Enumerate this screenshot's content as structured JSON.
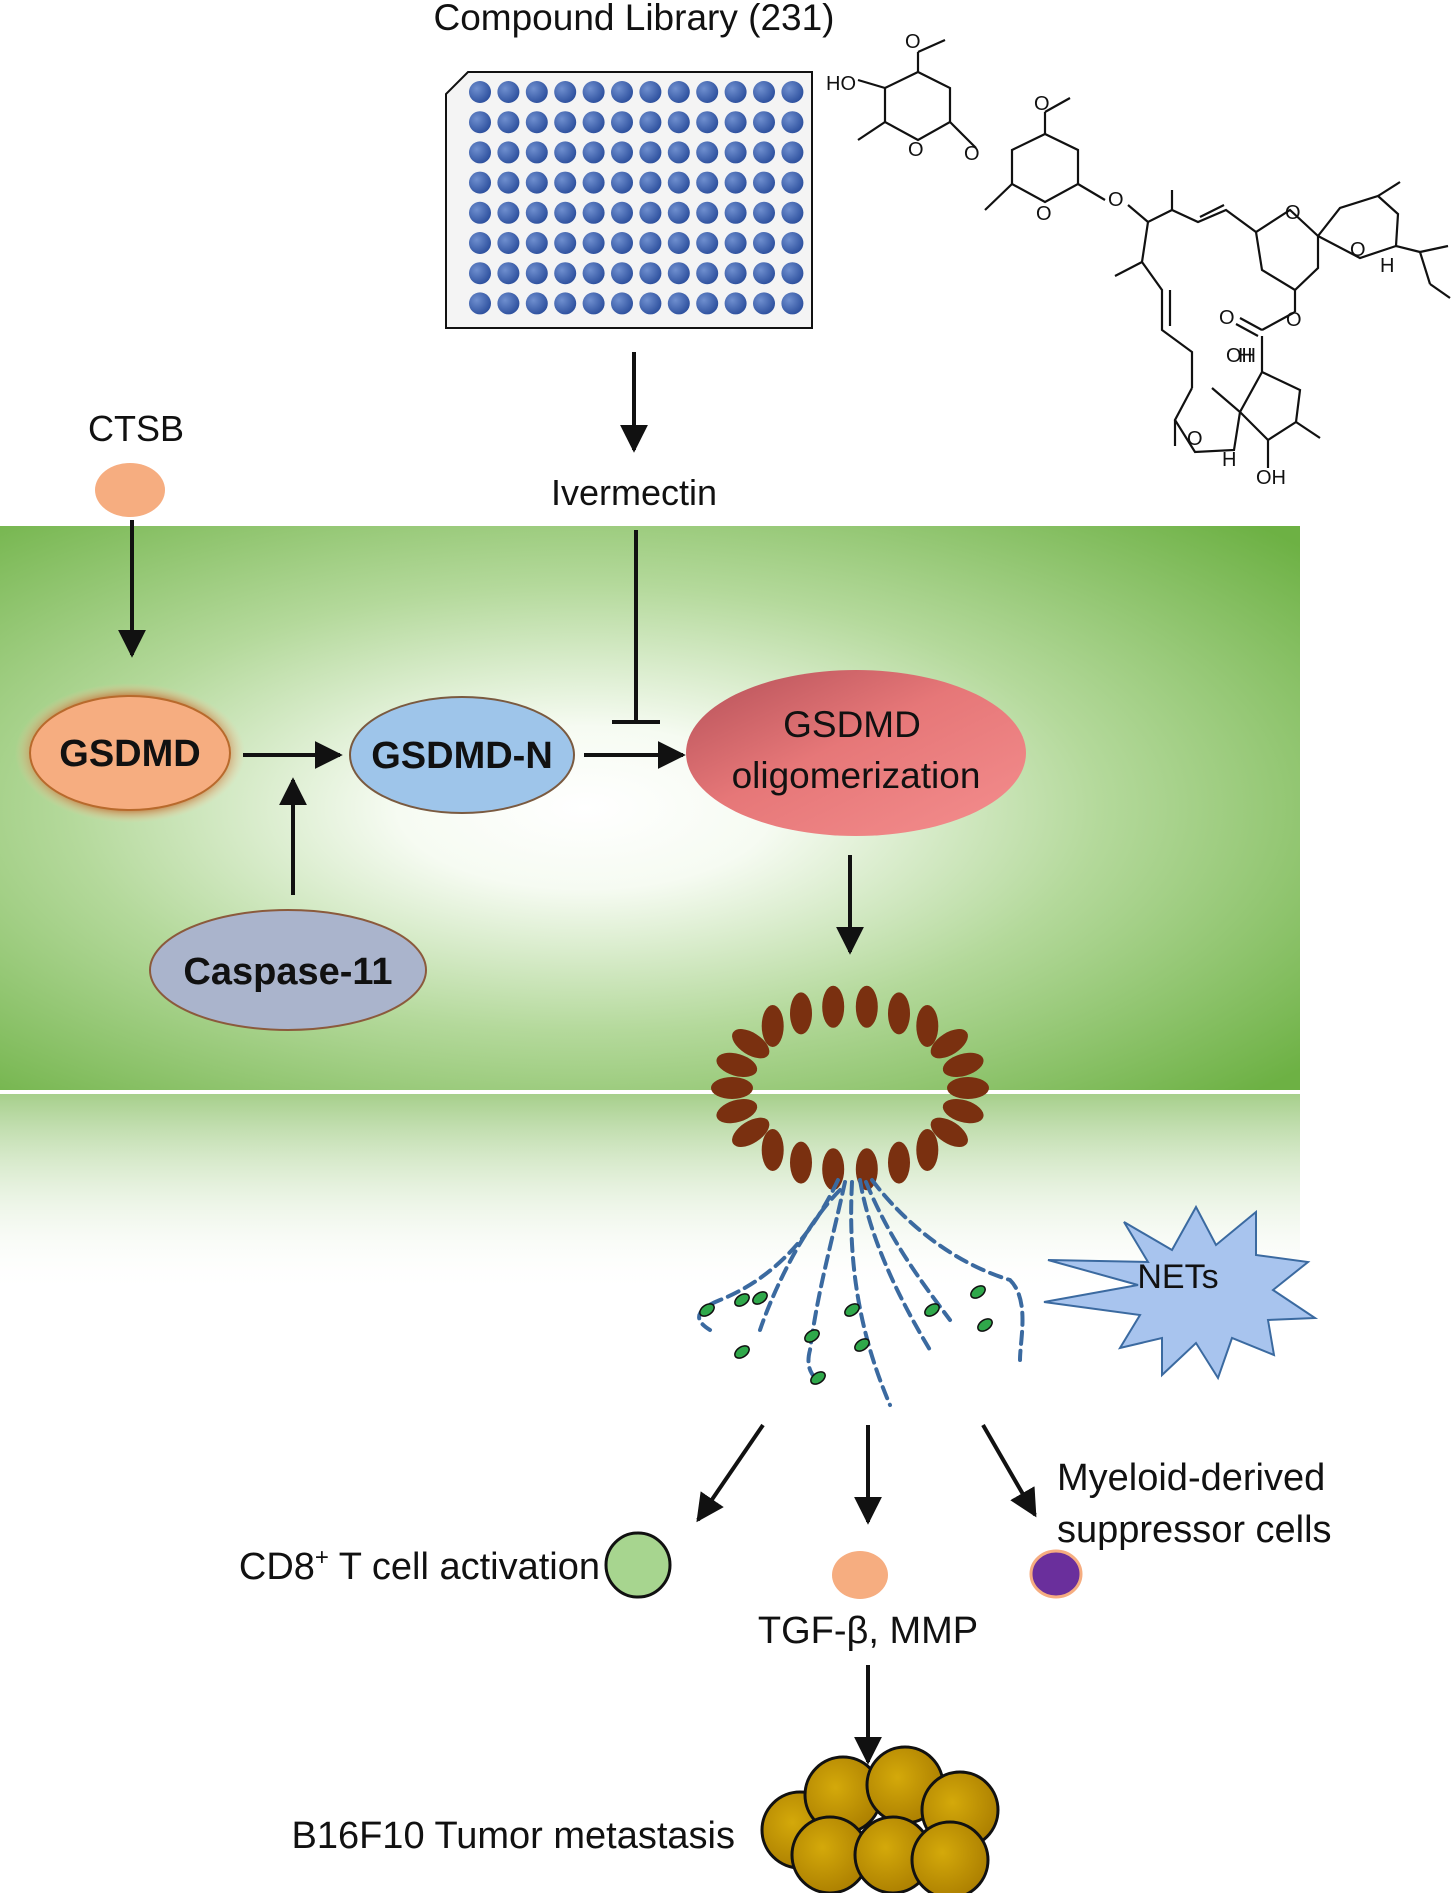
{
  "title": "Compound Library (231)",
  "nodes": {
    "ctsb": "CTSB",
    "ivermectin": "Ivermectin",
    "gsdmd": "GSDMD",
    "gsdmd_n": "GSDMD-N",
    "oligomer_line1": "GSDMD",
    "oligomer_line2": "oligomerization",
    "caspase11": "Caspase-11",
    "nets": "NETs"
  },
  "outcomes": {
    "cd8_main": "CD8",
    "cd8_sup": "+",
    "cd8_rest": " T cell activation",
    "tgf": "TGF-β, MMP",
    "mdsc_line1": "Myeloid-derived",
    "mdsc_line2": "suppressor cells",
    "tumor": "B16F10 Tumor metastasis"
  },
  "chem_labels": {
    "ho": "HO",
    "o": "O",
    "oh": "OH",
    "h": "H"
  },
  "colors": {
    "membrane": "#6db144",
    "gsdmd": "#f6ad80",
    "gsdmd_n": "#9ec5ea",
    "oligomer": "#e67778",
    "caspase": "#aab4cc",
    "pore": "#7a3010",
    "nets_fill": "#a8c4ee",
    "cd8": "#a7d58f",
    "tgf": "#f6ad80",
    "mdsc": "#6a2f9c",
    "tumor": "#c69400",
    "well": "#2c4f9d"
  }
}
